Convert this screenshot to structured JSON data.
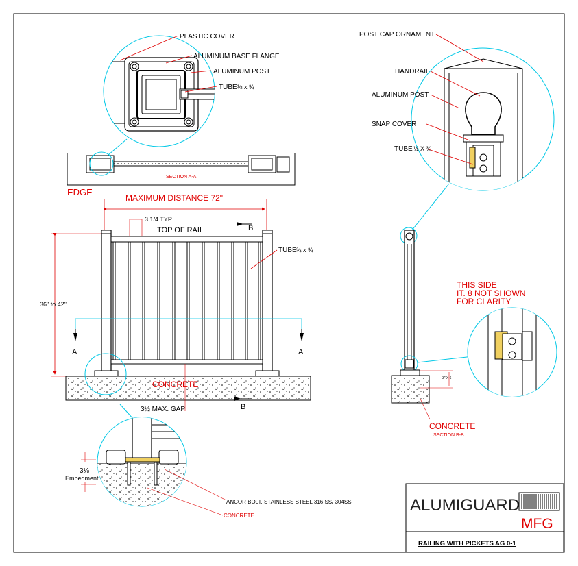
{
  "colors": {
    "annotation": "#e00000",
    "leader": "#00c8e6",
    "line": "#000000",
    "logo_red": "#e00000"
  },
  "detail_plan": {
    "plastic_cover": "PLASTIC COVER",
    "base_flange": "ALUMINUM BASE FLANGE",
    "post": "ALUMINUM POST",
    "tube": "TUBE",
    "tube_fraction": "½ x ¾"
  },
  "section_a": {
    "label": "SECTION A-A",
    "edge_label": "EDGE"
  },
  "elevation": {
    "max_distance": "MAXIMUM DISTANCE 72\"",
    "typ": "3 1/4 TYP.",
    "top_of_rail": "TOP OF RAIL",
    "tube": "TUBE",
    "tube_fraction": "¾ x ¾",
    "height": "36\" to 42\"",
    "section_a_mark": "A",
    "section_b_mark": "B",
    "concrete": "CONCRETE",
    "max_gap": "3½ MAX. GAP"
  },
  "detail_embed": {
    "embed_value": "3⅛",
    "embed_label": "Embedment",
    "anchor_bolt": "ANCOR BOLT, STAINLESS STEEL 316 SS/ 304SS",
    "concrete": "CONCRETE"
  },
  "detail_cap": {
    "post_cap": "POST CAP ORNAMENT",
    "handrail": "HANDRAIL",
    "post": "ALUMINUM POST",
    "snap_cover": "SNAP COVER",
    "tube": "TUBE",
    "tube_fraction": "½ X ¾"
  },
  "section_b": {
    "note_line1": "THIS SIDE",
    "note_line2": "IT. 8  NOT SHOWN",
    "note_line3": "FOR CLARITY",
    "dim": "3\" X 6",
    "concrete": "CONCRETE",
    "label": "SECTION B-B"
  },
  "title_block": {
    "logo_text": "ALUMIGUARD",
    "logo_sub": "MFG",
    "drawing_title": "RAILING WITH PICKETS AG 0-1"
  }
}
